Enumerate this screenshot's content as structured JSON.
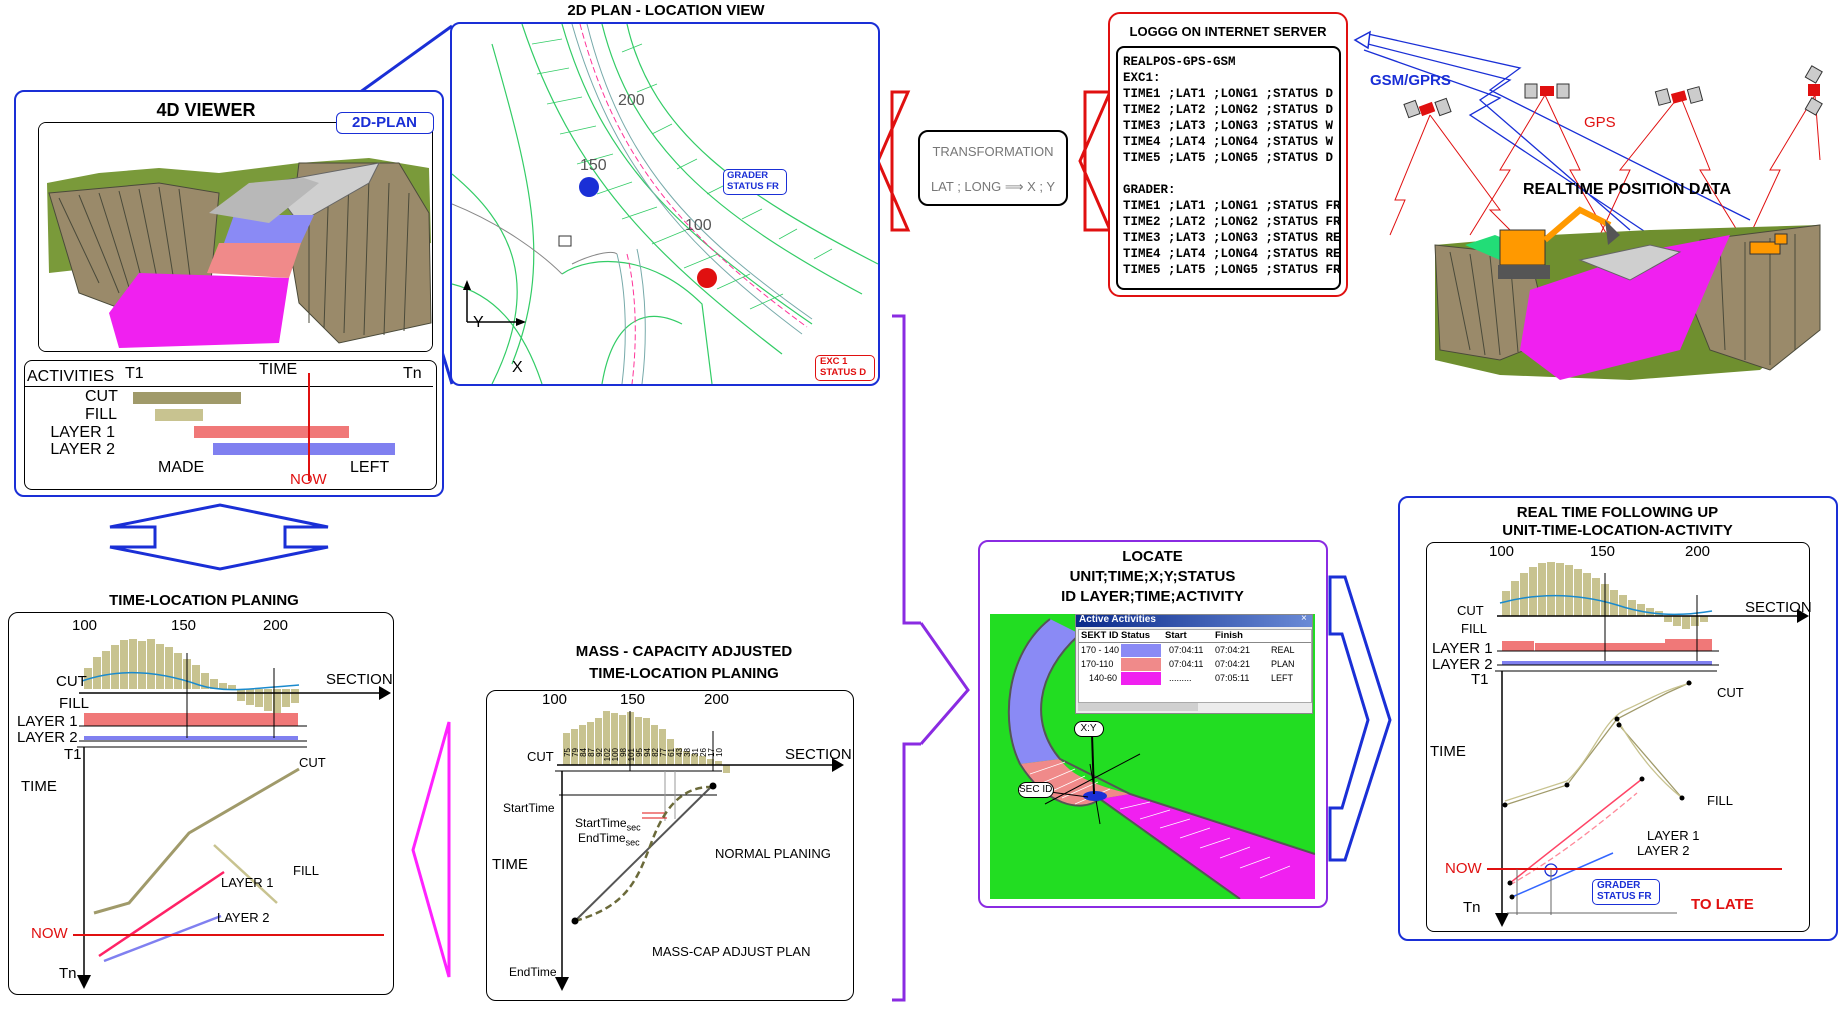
{
  "viewer4d": {
    "title": "4D VIEWER",
    "plan_button": "2D-PLAN",
    "activities_header": "ACTIVITIES",
    "t1": "T1",
    "time": "TIME",
    "tn": "Tn",
    "activities": [
      "CUT",
      "FILL",
      "LAYER 1",
      "LAYER 2"
    ],
    "made": "MADE",
    "now": "NOW",
    "left": "LEFT"
  },
  "plan2d": {
    "title": "2D PLAN - LOCATION VIEW",
    "station_labels": [
      "200",
      "150",
      "100"
    ],
    "grader_label": [
      "GRADER",
      "STATUS FR"
    ],
    "exc_label": [
      "EXC 1",
      "STATUS D"
    ],
    "axis_y": "Y",
    "axis_x": "X"
  },
  "transformation": {
    "title": "TRANSFORMATION",
    "formula": "LAT ; LONG ⟹ X ; Y"
  },
  "server": {
    "title": "LOGGG ON INTERNET SERVER",
    "lines": [
      "REALPOS-GPS-GSM",
      "EXC1:",
      "TIME1 ;LAT1 ;LONG1 ;STATUS D",
      "TIME2 ;LAT2 ;LONG2 ;STATUS D",
      "TIME3 ;LAT3 ;LONG3 ;STATUS W",
      "TIME4 ;LAT4 ;LONG4 ;STATUS W",
      "TIME5 ;LAT5 ;LONG5 ;STATUS D",
      "",
      "GRADER:",
      "TIME1 ;LAT1 ;LONG1 ;STATUS FR",
      "TIME2 ;LAT2 ;LONG2 ;STATUS FR",
      "TIME3 ;LAT3 ;LONG3 ;STATUS RE",
      "TIME4 ;LAT4 ;LONG4 ;STATUS RE",
      "TIME5 ;LAT5 ;LONG5 ;STATUS FR"
    ]
  },
  "gps": {
    "gsm_label": "GSM/GPRS",
    "gps_label": "GPS",
    "realtime_label": "REALTIME POSITION DATA"
  },
  "tlp": {
    "title": "TIME-LOCATION PLANING",
    "stations": [
      "100",
      "150",
      "200"
    ],
    "cut": "CUT",
    "fill": "FILL",
    "section": "SECTION",
    "layer1": "LAYER 1",
    "layer2": "LAYER 2",
    "t1": "T1",
    "time": "TIME",
    "now": "NOW",
    "tn": "Tn",
    "curve_cut": "CUT",
    "curve_fill": "FILL",
    "curve_layer1": "LAYER 1",
    "curve_layer2": "LAYER 2"
  },
  "mass": {
    "title_line1": "MASS - CAPACITY ADJUSTED",
    "title_line2": "TIME-LOCATION PLANING",
    "stations": [
      "100",
      "150",
      "200"
    ],
    "cut": "CUT",
    "section": "SECTION",
    "bar_values": [
      "75",
      "79",
      "84",
      "87",
      "92",
      "102",
      "100",
      "98",
      "101",
      "95",
      "94",
      "82",
      "77",
      "61",
      "43",
      "38",
      "31",
      "26",
      "17",
      "10"
    ],
    "start_time": "StartTime",
    "end_time": "EndTime",
    "start_time_sec": "StartTime",
    "end_time_sec": "EndTime",
    "sec_sub": "sec",
    "time": "TIME",
    "normal": "NORMAL PLANING",
    "adjusted": "MASS-CAP ADJUST PLAN"
  },
  "locate": {
    "title_line1": "LOCATE",
    "title_line2": "UNIT;TIME;X;Y;STATUS",
    "title_line3": "ID LAYER;TIME;ACTIVITY",
    "window_title": "Active Activities",
    "headers": [
      "SEKT ID",
      "Status",
      "Start",
      "Finish"
    ],
    "rows": [
      {
        "sekt": "170 - 140",
        "start": "07:04:11",
        "finish": "07:04:21",
        "state": "REAL"
      },
      {
        "sekt": "170-110",
        "start": "07:04:11",
        "finish": "07:04:21",
        "state": "PLAN"
      },
      {
        "sekt": "140-60",
        "start": ".........",
        "finish": "07:05:11",
        "state": "LEFT"
      }
    ],
    "xy_label": "X:Y",
    "secid_label": "SEC ID"
  },
  "rt": {
    "title_line1": "REAL TIME FOLLOWING UP",
    "title_line2": "UNIT-TIME-LOCATION-ACTIVITY",
    "stations": [
      "100",
      "150",
      "200"
    ],
    "cut": "CUT",
    "fill": "FILL",
    "section": "SECTION",
    "layer1": "LAYER 1",
    "layer2": "LAYER 2",
    "t1": "T1",
    "time": "TIME",
    "now": "NOW",
    "tn": "Tn",
    "curve_cut": "CUT",
    "curve_fill": "FILL",
    "curve_layer1": "LAYER 1",
    "curve_layer2": "LAYER 2",
    "grader": [
      "GRADER",
      "STATUS FR"
    ],
    "too_late": "TO LATE"
  },
  "colors": {
    "blue": "#1a2fd6",
    "red": "#e01010",
    "magenta": "#ff22ff",
    "purple": "#8a2be2",
    "olive": "#a09a6a",
    "khaki": "#c8c390",
    "pink": "#f07878",
    "lilac": "#8080f0",
    "green": "#22dd22",
    "grass": "#6f8f2f"
  }
}
